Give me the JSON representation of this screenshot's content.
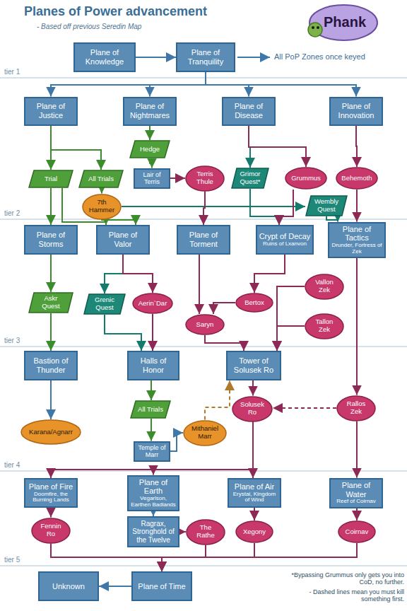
{
  "diagram": {
    "title": "Planes of Power advancement",
    "caption": "- Based off previous Seredin Map",
    "nodes": [
      {
        "text": [
          "Plane of Knowledge"
        ]
      },
      {
        "text": [
          "Plane of Tranquility"
        ]
      },
      {
        "text": [
          "Plane of Justice"
        ]
      },
      {
        "text": [
          "Plane of Nightmares"
        ]
      },
      {
        "text": [
          "Plane of Disease"
        ]
      },
      {
        "text": [
          "Plane of Innovation"
        ]
      },
      {
        "text": [
          "Hedge"
        ]
      },
      {
        "text": [
          "Trial"
        ]
      },
      {
        "text": [
          "All Trials"
        ]
      },
      {
        "text": [
          "Lair of Terris"
        ]
      },
      {
        "text": [
          "Terris Thule"
        ]
      },
      {
        "text": [
          "Grimor Quest*"
        ]
      },
      {
        "text": [
          "Grummus"
        ]
      },
      {
        "text": [
          "Behemoth"
        ]
      },
      {
        "text": [
          "7th Hammer"
        ]
      },
      {
        "text": [
          "Wembly Quest"
        ]
      },
      {
        "text": [
          "Plane of Storms"
        ]
      },
      {
        "text": [
          "Plane of Valor"
        ]
      },
      {
        "text": [
          "Plane of Torment"
        ]
      },
      {
        "text": [
          "Crypt of Decay",
          "Ruins of Lxanvon"
        ]
      },
      {
        "text": [
          "Plane of Tactics",
          "Drunder, Fortress of Zek"
        ]
      },
      {
        "text": [
          "Vallon Zek"
        ]
      },
      {
        "text": [
          "Askr Quest"
        ]
      },
      {
        "text": [
          "Grenic Quest"
        ]
      },
      {
        "text": [
          "Aerin`Dar"
        ]
      },
      {
        "text": [
          "Bertox"
        ]
      },
      {
        "text": [
          "Tallon Zek"
        ]
      },
      {
        "text": [
          "Saryn"
        ]
      },
      {
        "text": [
          "Bastion of Thunder"
        ]
      },
      {
        "text": [
          "Halls of Honor"
        ]
      },
      {
        "text": [
          "Tower of Solusek Ro"
        ]
      },
      {
        "text": [
          "Solusek Ro"
        ]
      },
      {
        "text": [
          "Rallos Zek"
        ]
      },
      {
        "text": [
          "All Trials"
        ]
      },
      {
        "text": [
          "Karana/Agnarr"
        ]
      },
      {
        "text": [
          "Mithaniel Marr"
        ]
      },
      {
        "text": [
          "Temple of Marr"
        ]
      },
      {
        "text": [
          "Plane of Fire",
          "Doomfire, the Burning Lands"
        ]
      },
      {
        "text": [
          "Plane of Earth",
          "Vegarlson, Earthen Badlands"
        ]
      },
      {
        "text": [
          "Plane of Air",
          "Erystai, Kingdom of Wind"
        ]
      },
      {
        "text": [
          "Plane of Water",
          "Reef of Coirnav"
        ]
      },
      {
        "text": [
          "Fennin Ro"
        ]
      },
      {
        "text": [
          "Ragrax, Stronghold of the Twelve"
        ]
      },
      {
        "text": [
          "The Rathe"
        ]
      },
      {
        "text": [
          "Xegony"
        ]
      },
      {
        "text": [
          "Coirnav"
        ]
      },
      {
        "text": [
          "Unknown"
        ]
      },
      {
        "text": [
          "Plane of Time"
        ]
      }
    ],
    "edges": [
      {
        "from": 0,
        "to": 1,
        "arrow": "to"
      },
      {
        "from": 1,
        "to": 2,
        "arrow": "to"
      },
      {
        "from": 1,
        "to": 3,
        "arrow": "to"
      },
      {
        "from": 1,
        "to": 4,
        "arrow": "to"
      },
      {
        "from": 1,
        "to": 5,
        "arrow": "to"
      },
      {
        "from": 2,
        "to": 7,
        "arrow": "to"
      },
      {
        "from": 2,
        "to": 8,
        "arrow": "to"
      },
      {
        "from": 7,
        "to": 16,
        "arrow": "to"
      },
      {
        "from": 7,
        "to": 17,
        "arrow": "to"
      },
      {
        "from": 8,
        "to": 14,
        "arrow": "to"
      },
      {
        "from": 14,
        "to": 17,
        "arrow": "to"
      },
      {
        "from": 14,
        "to": 15,
        "arrow": "to"
      },
      {
        "from": 3,
        "to": 6,
        "arrow": "to"
      },
      {
        "from": 6,
        "to": 9,
        "arrow": "to"
      },
      {
        "from": 9,
        "to": 10,
        "arrow": "to"
      },
      {
        "from": 10,
        "to": 18,
        "arrow": "to"
      },
      {
        "from": 4,
        "to": 11,
        "arrow": "to"
      },
      {
        "from": 4,
        "to": 12,
        "arrow": "to"
      },
      {
        "from": 11,
        "to": 19,
        "arrow": "to"
      },
      {
        "from": 12,
        "to": 19,
        "arrow": "to"
      },
      {
        "from": 5,
        "to": 13,
        "arrow": "to"
      },
      {
        "from": 13,
        "to": 20,
        "arrow": "to"
      },
      {
        "from": 15,
        "to": 20,
        "arrow": "to"
      },
      {
        "from": 16,
        "to": 22,
        "arrow": "to"
      },
      {
        "from": 22,
        "to": 28,
        "arrow": "to"
      },
      {
        "from": 28,
        "to": 34,
        "arrow": "to"
      },
      {
        "from": 17,
        "to": 23,
        "arrow": "to"
      },
      {
        "from": 17,
        "to": 24,
        "arrow": "to"
      },
      {
        "from": 23,
        "to": 29,
        "arrow": "to"
      },
      {
        "from": 24,
        "to": 29,
        "arrow": "to"
      },
      {
        "from": 29,
        "to": 33,
        "arrow": "to"
      },
      {
        "from": 33,
        "to": 36,
        "arrow": "to"
      },
      {
        "from": 36,
        "to": 35,
        "arrow": "to"
      },
      {
        "from": 35,
        "to": 30,
        "arrow": "to"
      },
      {
        "from": 18,
        "to": 27,
        "arrow": "to"
      },
      {
        "from": 19,
        "to": 25,
        "arrow": "to"
      },
      {
        "from": 25,
        "to": 27,
        "arrow": "to"
      },
      {
        "from": 27,
        "to": 30,
        "arrow": "to"
      },
      {
        "from": 20,
        "to": 32,
        "arrow": "to"
      },
      {
        "from": 21,
        "to": 30,
        "arrow": "to"
      },
      {
        "from": 26,
        "to": 30,
        "arrow": "to"
      },
      {
        "from": 30,
        "to": 31,
        "arrow": "to"
      },
      {
        "from": 32,
        "to": 31,
        "arrow": "to"
      },
      {
        "from": 31,
        "to": 37,
        "arrow": "to"
      },
      {
        "from": 31,
        "to": 38,
        "arrow": "to"
      },
      {
        "from": 31,
        "to": 39,
        "arrow": "to"
      },
      {
        "from": 32,
        "to": 40,
        "arrow": "to"
      },
      {
        "from": 37,
        "to": 41,
        "arrow": "to"
      },
      {
        "from": 38,
        "to": 42,
        "arrow": "to"
      },
      {
        "from": 39,
        "to": 44,
        "arrow": "to"
      },
      {
        "from": 40,
        "to": 45,
        "arrow": "to"
      },
      {
        "from": 42,
        "to": 43,
        "arrow": "to"
      },
      {
        "from": 41,
        "to": 47,
        "arrow": "to"
      },
      {
        "from": 43,
        "to": 47,
        "arrow": "to"
      },
      {
        "from": 44,
        "to": 47,
        "arrow": "to"
      },
      {
        "from": 45,
        "to": 47,
        "arrow": "to"
      },
      {
        "from": 47,
        "to": 46,
        "arrow": "to"
      }
    ],
    "labels": [
      "All PoP Zones once keyed",
      "tier 1",
      "tier 2",
      "tier 3",
      "tier 4",
      "tier 5",
      "Phank",
      "*Bypassing Grummus only gets you into CoD, no further.",
      "- Dashed lines mean you must kill something first."
    ]
  }
}
